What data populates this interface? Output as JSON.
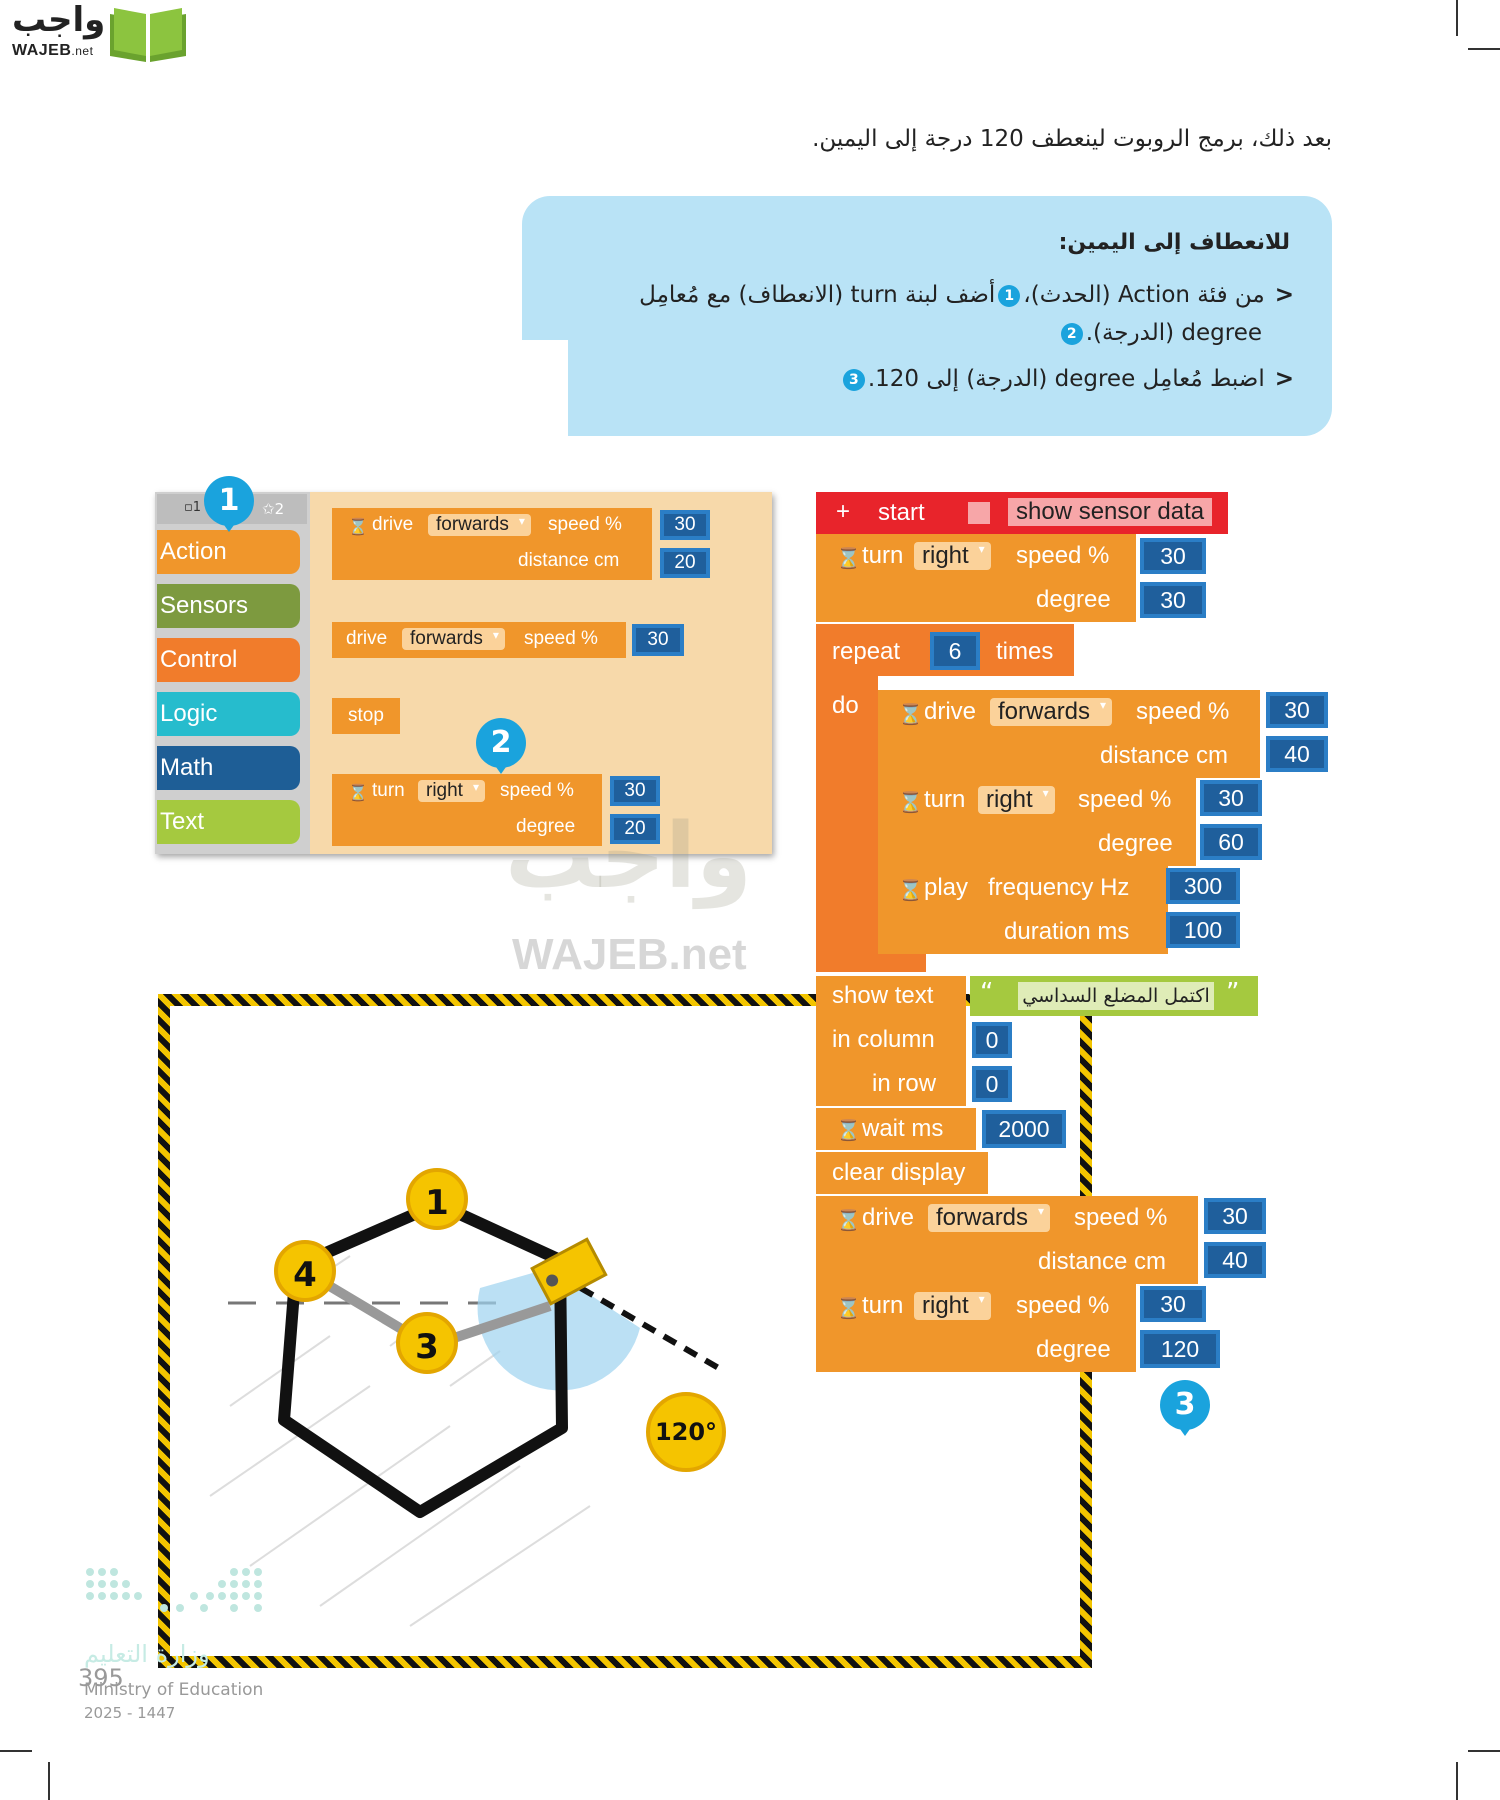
{
  "header": {
    "logo_ar": "واجب",
    "logo_en": "WAJEB",
    "logo_en_suffix": ".net"
  },
  "intro": "بعد ذلك، برمج الروبوت لينعطف 120 درجة إلى اليمين.",
  "callout": {
    "title": "للانعطاف إلى اليمين:",
    "bullet": "<",
    "line1a": "من فئة Action (الحدث)،",
    "line1b": "أضف لبنة turn (الانعطاف) مع مُعامِل",
    "line1c": "degree (الدرجة).",
    "line2a": "اضبط مُعامِل degree (الدرجة) إلى 120.",
    "n1": "1",
    "n2": "2",
    "n3": "3"
  },
  "toolbox": {
    "top_left": "▫1",
    "top_right": "✩2",
    "categories": [
      "Action",
      "Sensors",
      "Control",
      "Logic",
      "Math",
      "Text"
    ],
    "blocks": {
      "drive1": {
        "label": "drive",
        "dir": "forwards",
        "speed": "speed %",
        "dist": "distance cm",
        "v1": "30",
        "v2": "20"
      },
      "drive2": {
        "label": "drive",
        "dir": "forwards",
        "speed": "speed %",
        "v1": "30"
      },
      "stop": "stop",
      "turn": {
        "label": "turn",
        "dir": "right",
        "speed": "speed %",
        "deg": "degree",
        "v1": "30",
        "v2": "20"
      }
    },
    "marker1": "1",
    "marker2": "2"
  },
  "program": {
    "start": "start",
    "show_sensor": "show sensor data",
    "turn1": {
      "label": "turn",
      "dir": "right",
      "speed": "speed %",
      "deg": "degree",
      "v1": "30",
      "v2": "30"
    },
    "repeat": {
      "label": "repeat",
      "times_val": "6",
      "times": "times",
      "do": "do"
    },
    "drive_in": {
      "label": "drive",
      "dir": "forwards",
      "speed": "speed %",
      "dist": "distance cm",
      "v1": "30",
      "v2": "40"
    },
    "turn_in": {
      "label": "turn",
      "dir": "right",
      "speed": "speed %",
      "deg": "degree",
      "v1": "30",
      "v2": "60"
    },
    "play": {
      "label": "play",
      "freq": "frequency Hz",
      "dur": "duration ms",
      "v1": "300",
      "v2": "100"
    },
    "show_text": {
      "label": "show text",
      "text": "اكتمل المضلع السداسي",
      "col_label": "in column",
      "col": "0",
      "row_label": "in row",
      "row": "0"
    },
    "wait": {
      "label": "wait ms",
      "v": "2000"
    },
    "clear": "clear display",
    "drive_out": {
      "label": "drive",
      "dir": "forwards",
      "speed": "speed %",
      "dist": "distance cm",
      "v1": "30",
      "v2": "40"
    },
    "turn_out": {
      "label": "turn",
      "dir": "right",
      "speed": "speed %",
      "deg": "degree",
      "v1": "30",
      "v2": "120"
    },
    "marker3": "3"
  },
  "watermark": {
    "ar": "واجب",
    "en": "WAJEB.net"
  },
  "diagram": {
    "points": [
      "1",
      "3",
      "4"
    ],
    "angle": "120°"
  },
  "footer": {
    "ministry_ar": "وزارة التعليم",
    "ministry_en": "Ministry of Education",
    "year": "2025 - 1447",
    "page": "395"
  },
  "colors": {
    "action": "#f0962b",
    "sensors": "#7d9a3f",
    "control": "#f17c2b",
    "logic": "#26bccd",
    "math": "#1e5e96",
    "text": "#a5c93f",
    "callout": "#b9e3f6",
    "marker": "#1aa3dd"
  }
}
